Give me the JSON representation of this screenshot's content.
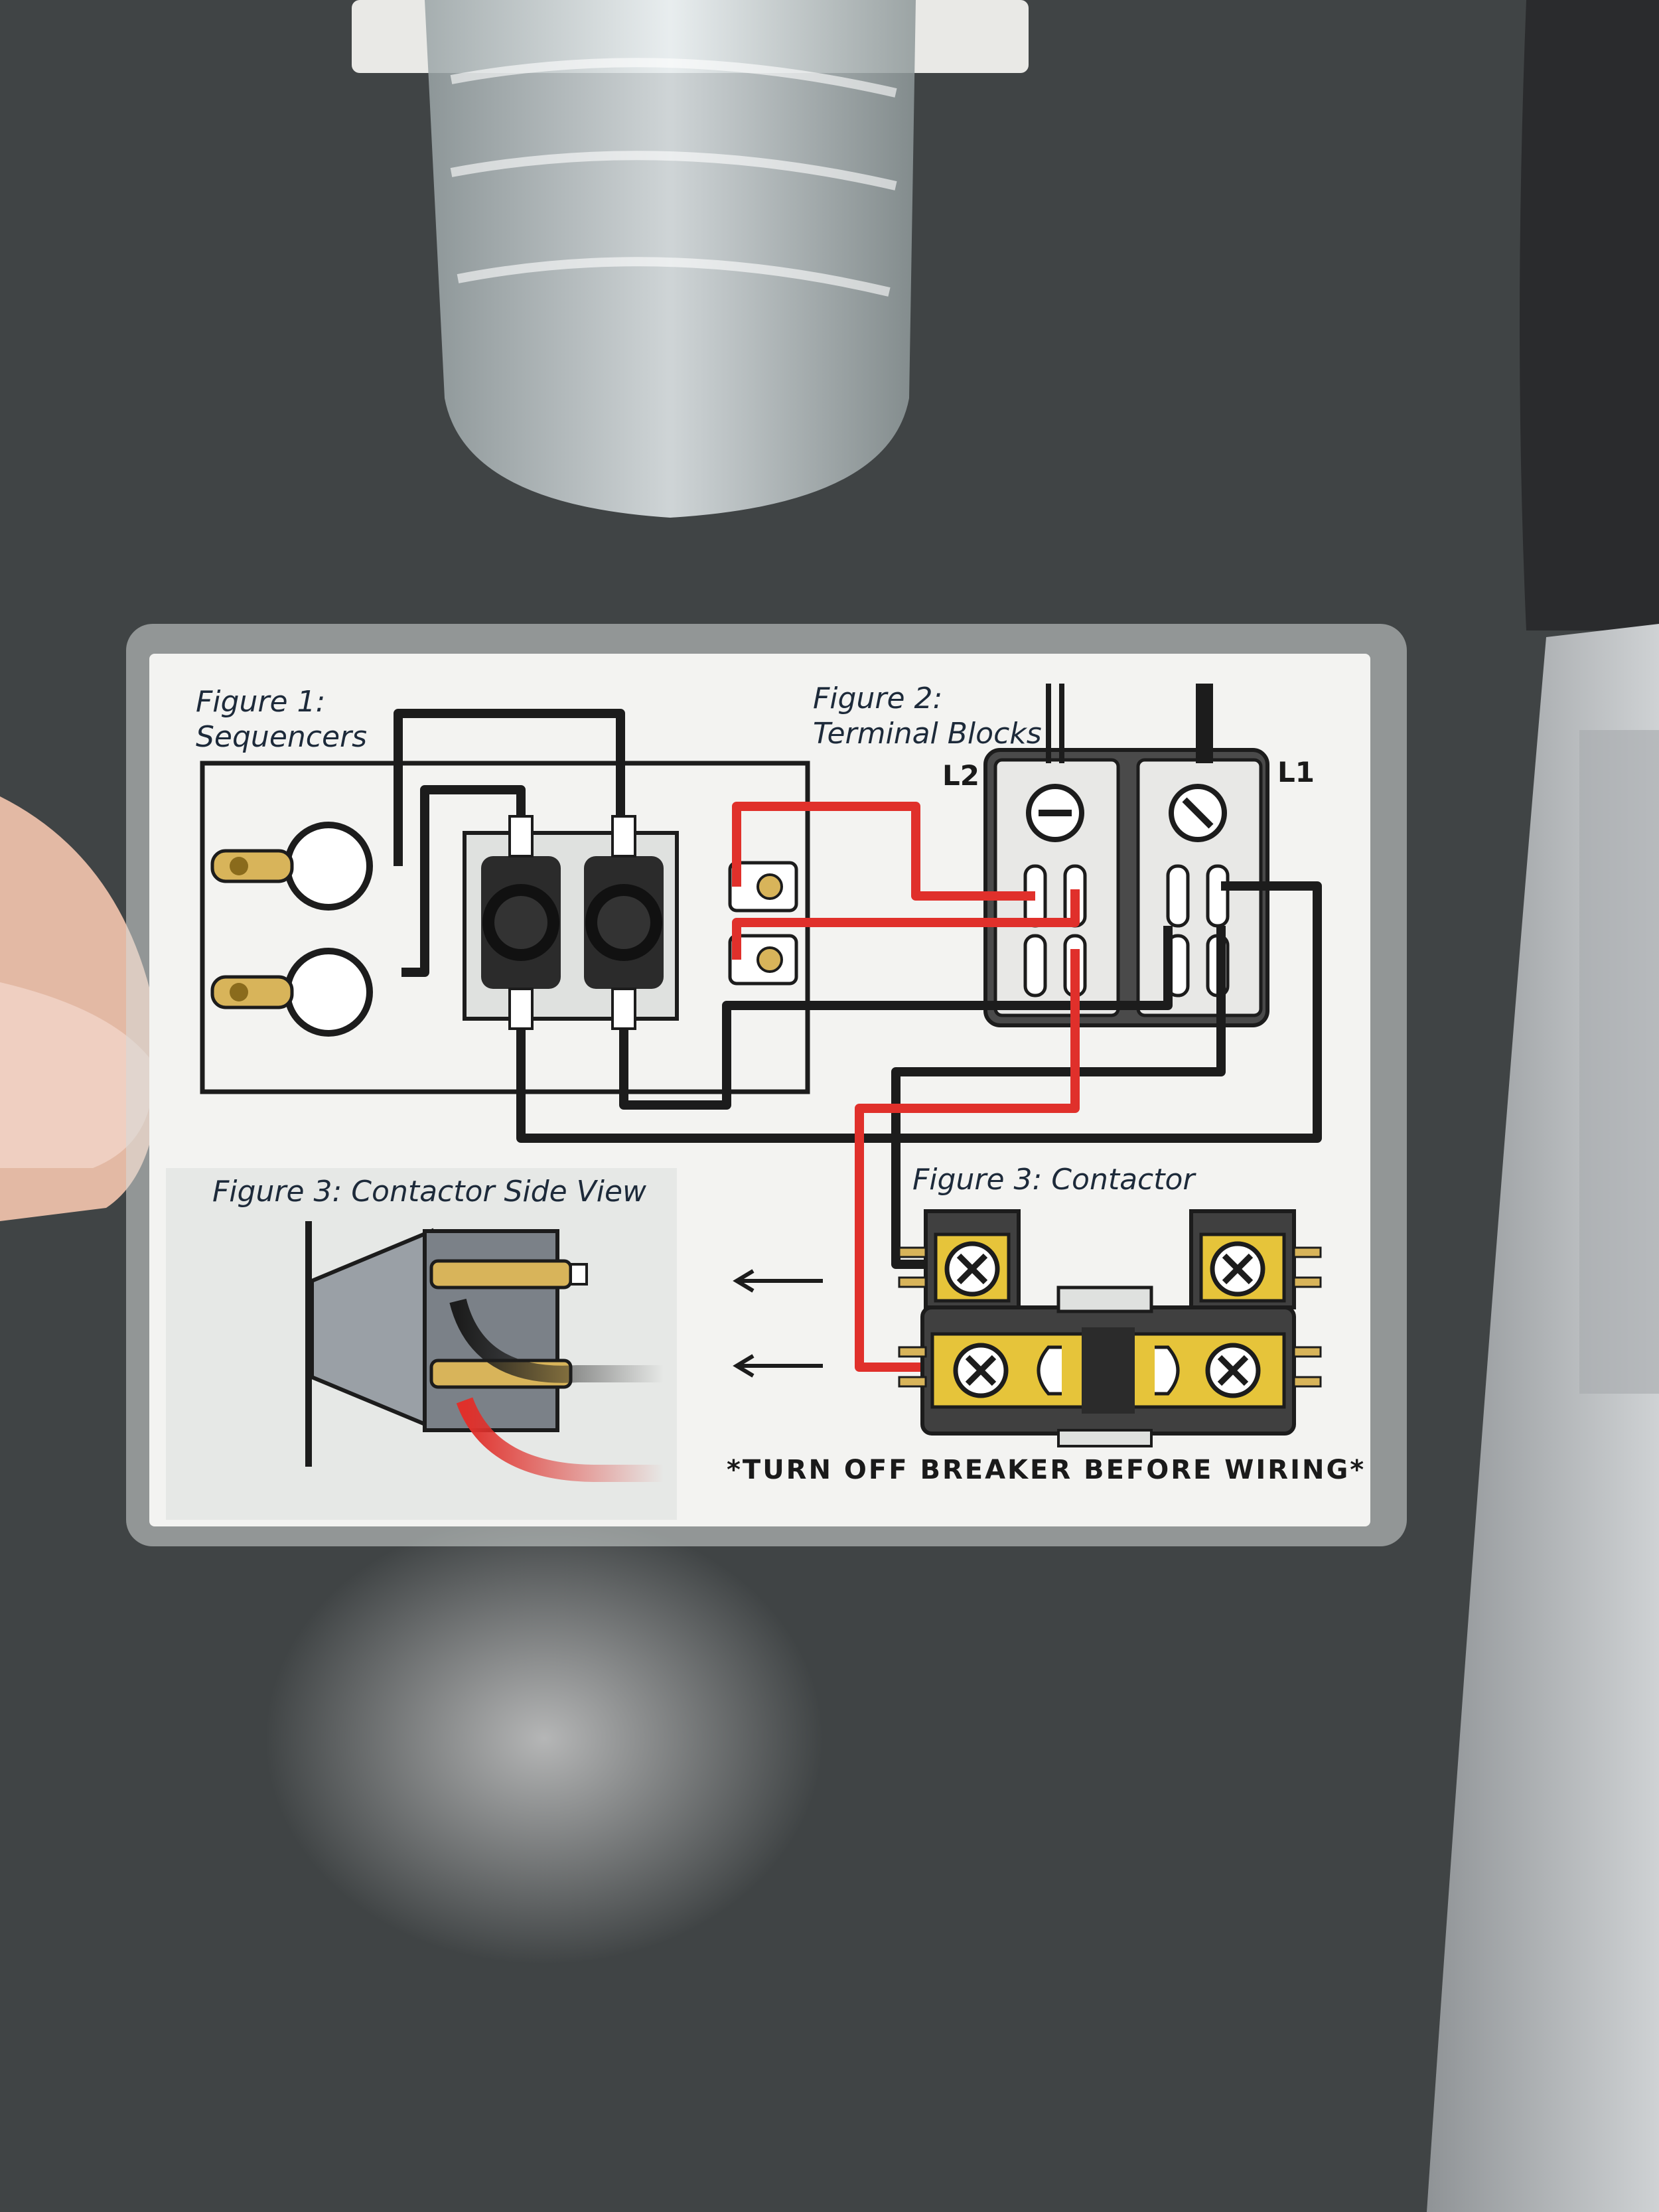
{
  "card": {
    "figure1": {
      "line1": "Figure 1:",
      "line2": "Sequencers"
    },
    "figure2": {
      "line1": "Figure 2:",
      "line2": "Terminal Blocks",
      "left_label": "L2",
      "right_label": "L1"
    },
    "figure3_side": {
      "title": "Figure 3: Contactor Side View"
    },
    "figure3_contactor": {
      "title": "Figure 3: Contactor"
    },
    "warning": "*TURN OFF BREAKER BEFORE WIRING*"
  },
  "colors": {
    "wire_black": "#1c1c1c",
    "wire_red": "#e0302b",
    "brass": "#c9a23a",
    "terminal_yellow": "#e6c43a",
    "card_bg": "#f3f3f1"
  },
  "icons": [
    "arrow-left-icon",
    "screw-x-icon",
    "screw-slot-icon"
  ]
}
